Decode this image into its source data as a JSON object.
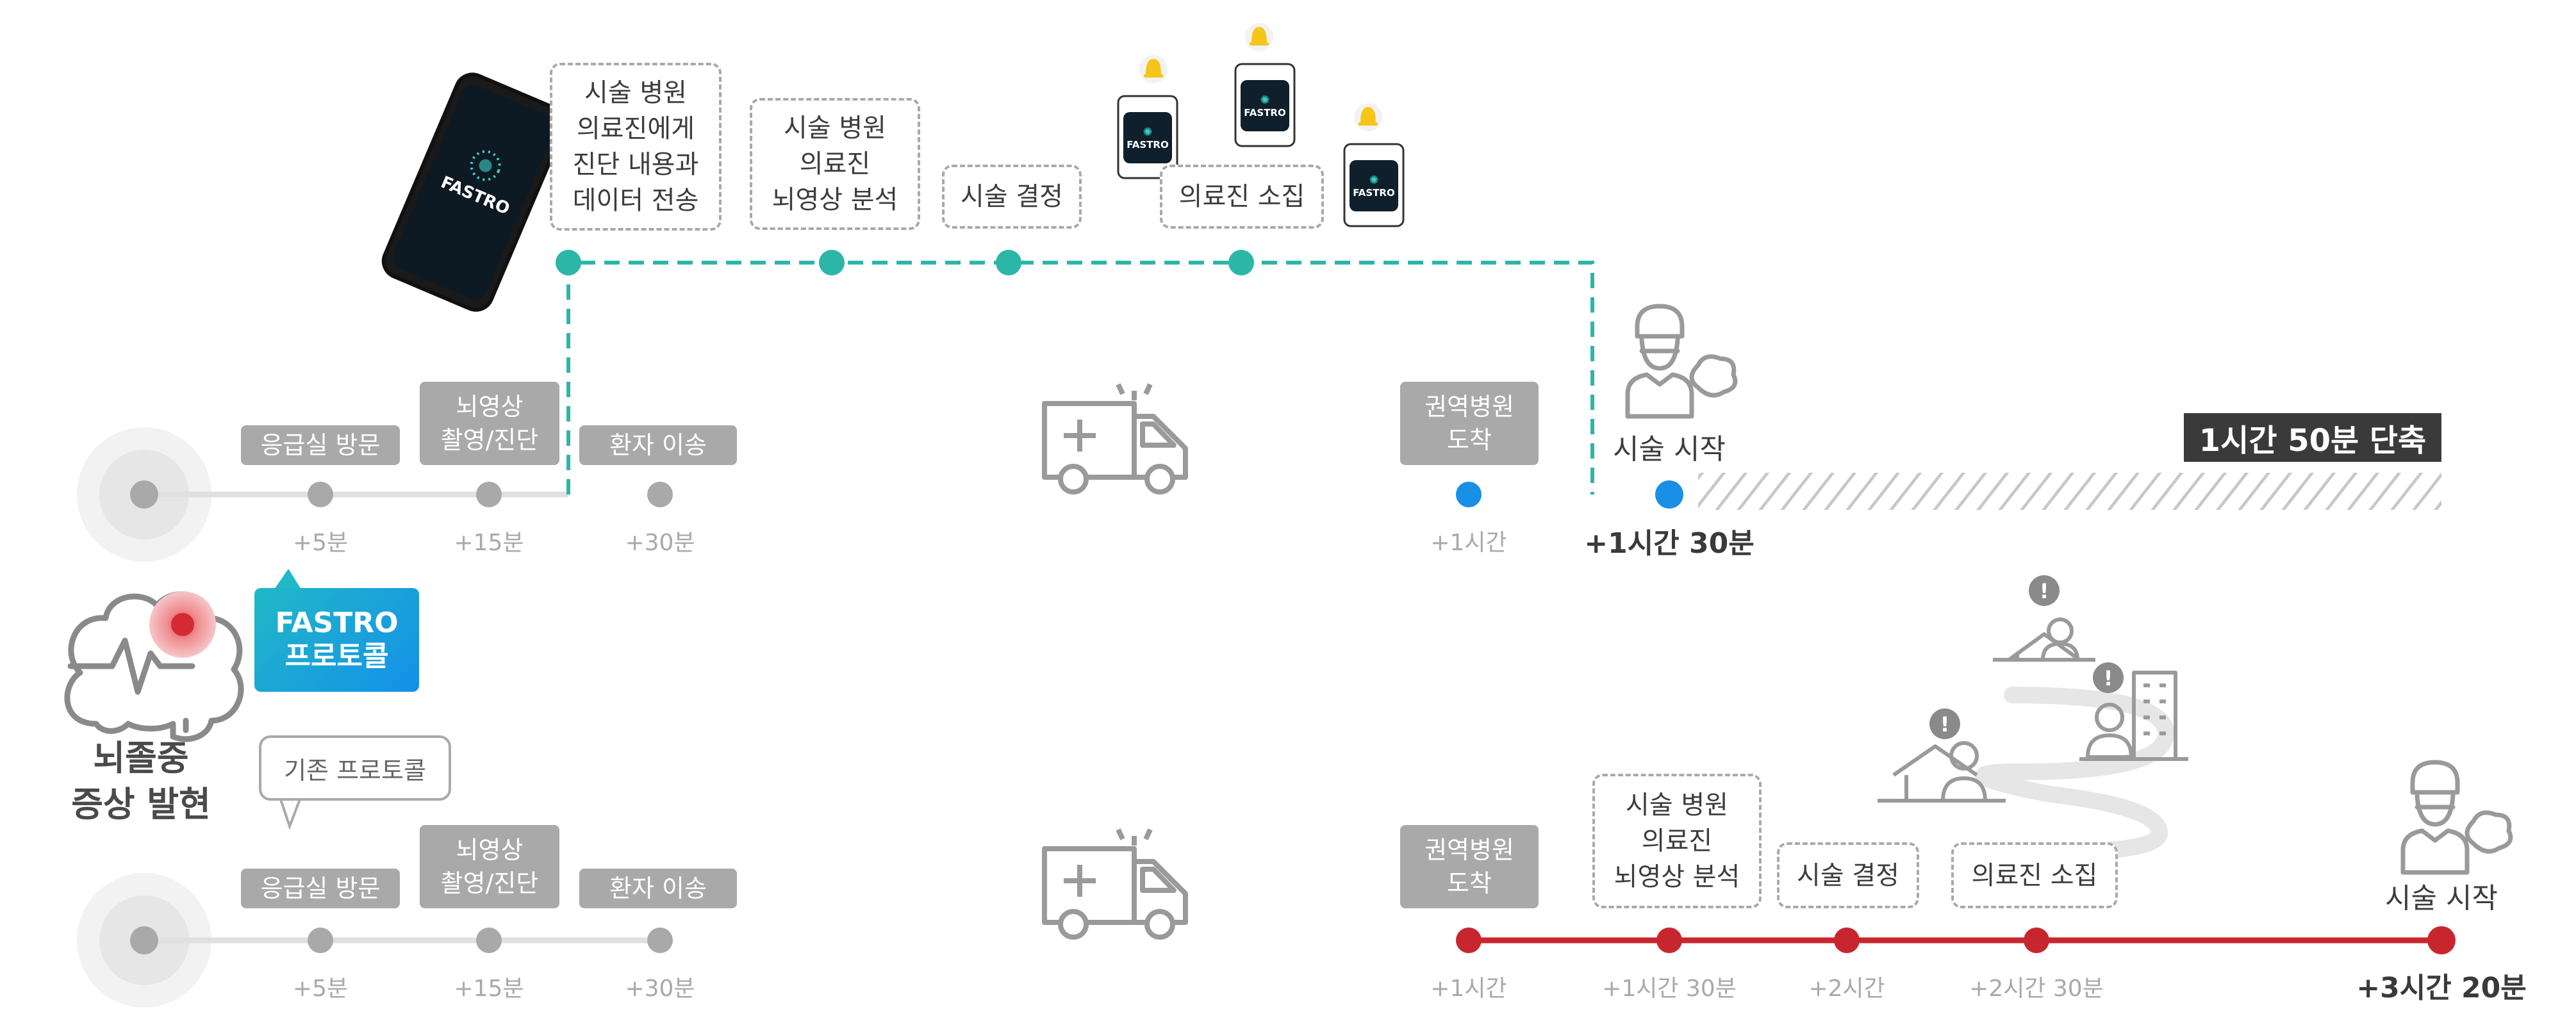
{
  "colors": {
    "teal": "#2cb6a8",
    "blue": "#1a8fe6",
    "red": "#c8262e",
    "gray": "#a9a9a9",
    "dark": "#3a3a3a"
  },
  "header_badge": "1시간 50분 단축",
  "stroke_title": "뇌졸중\n증상 발현",
  "fastro_box": "FASTRO\n프로토콜",
  "legacy_bubble": "기존 프로토콜",
  "phone_brand": "FASTRO",
  "app_icon_label": "FASTRO",
  "fastro_top_steps": [
    "시술 병원\n의료진에게\n진단 내용과\n데이터 전송",
    "시술 병원\n의료진\n뇌영상 분석",
    "시술 결정",
    "의료진 소집"
  ],
  "fastro_track": {
    "steps": [
      "응급실 방문",
      "뇌영상\n촬영/진단",
      "환자 이송",
      "권역병원\n도착"
    ],
    "times": [
      "+5분",
      "+15분",
      "+30분",
      "+1시간"
    ],
    "end_caption": "시술 시작",
    "end_time": "+1시간 30분"
  },
  "legacy_track": {
    "steps": [
      "응급실 방문",
      "뇌영상\n촬영/진단",
      "환자 이송",
      "권역병원\n도착"
    ],
    "dashed_steps": [
      "시술 병원\n의료진\n뇌영상 분석",
      "시술 결정",
      "의료진 소집"
    ],
    "times": [
      "+5분",
      "+15분",
      "+30분",
      "+1시간",
      "+1시간 30분",
      "+2시간",
      "+2시간 30분"
    ],
    "end_caption": "시술 시작",
    "end_time": "+3시간 20분"
  },
  "icons": [
    "brain-pulse-icon",
    "ambulance-icon",
    "doctor-icon",
    "bell-icon",
    "phone-icon",
    "home-alert-icon",
    "building-alert-icon"
  ]
}
